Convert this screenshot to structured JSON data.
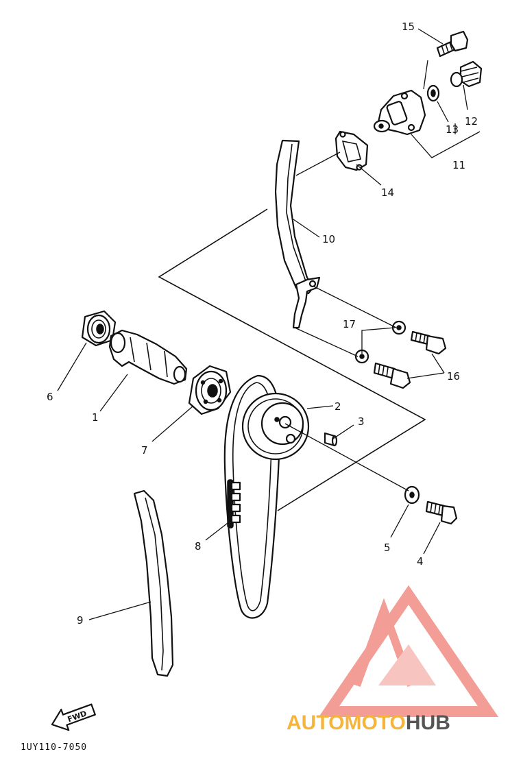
{
  "callouts": {
    "c1": "1",
    "c2": "2",
    "c3": "3",
    "c4": "4",
    "c5": "5",
    "c6": "6",
    "c7": "7",
    "c8": "8",
    "c9": "9",
    "c10": "10",
    "c11": "11",
    "c12": "12",
    "c13": "13",
    "c14": "14",
    "c15": "15",
    "c16": "16",
    "c17": "17"
  },
  "diagram_code": "1UY110-7050",
  "fwd_label": "FWD",
  "watermark": {
    "part1": "AUTOMOTO",
    "part2": "HUB",
    "color1": "#f5b53d",
    "color2": "#555555",
    "triangle_color": "#f29d95"
  }
}
